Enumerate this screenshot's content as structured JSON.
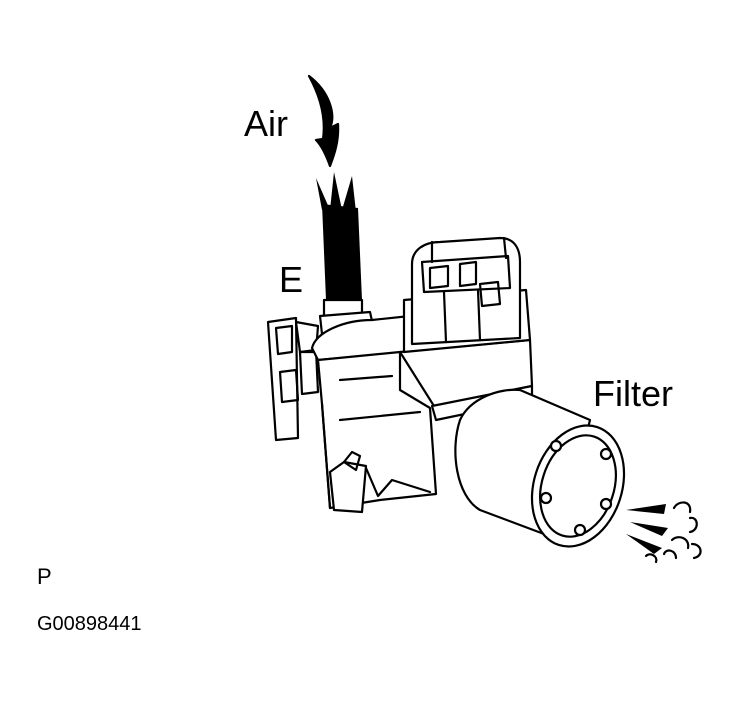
{
  "diagram": {
    "labels": {
      "air": "Air",
      "port": "E",
      "filter": "Filter",
      "view": "P",
      "figure_code": "G00898441"
    },
    "colors": {
      "ink": "#000000",
      "paper": "#ffffff"
    }
  }
}
